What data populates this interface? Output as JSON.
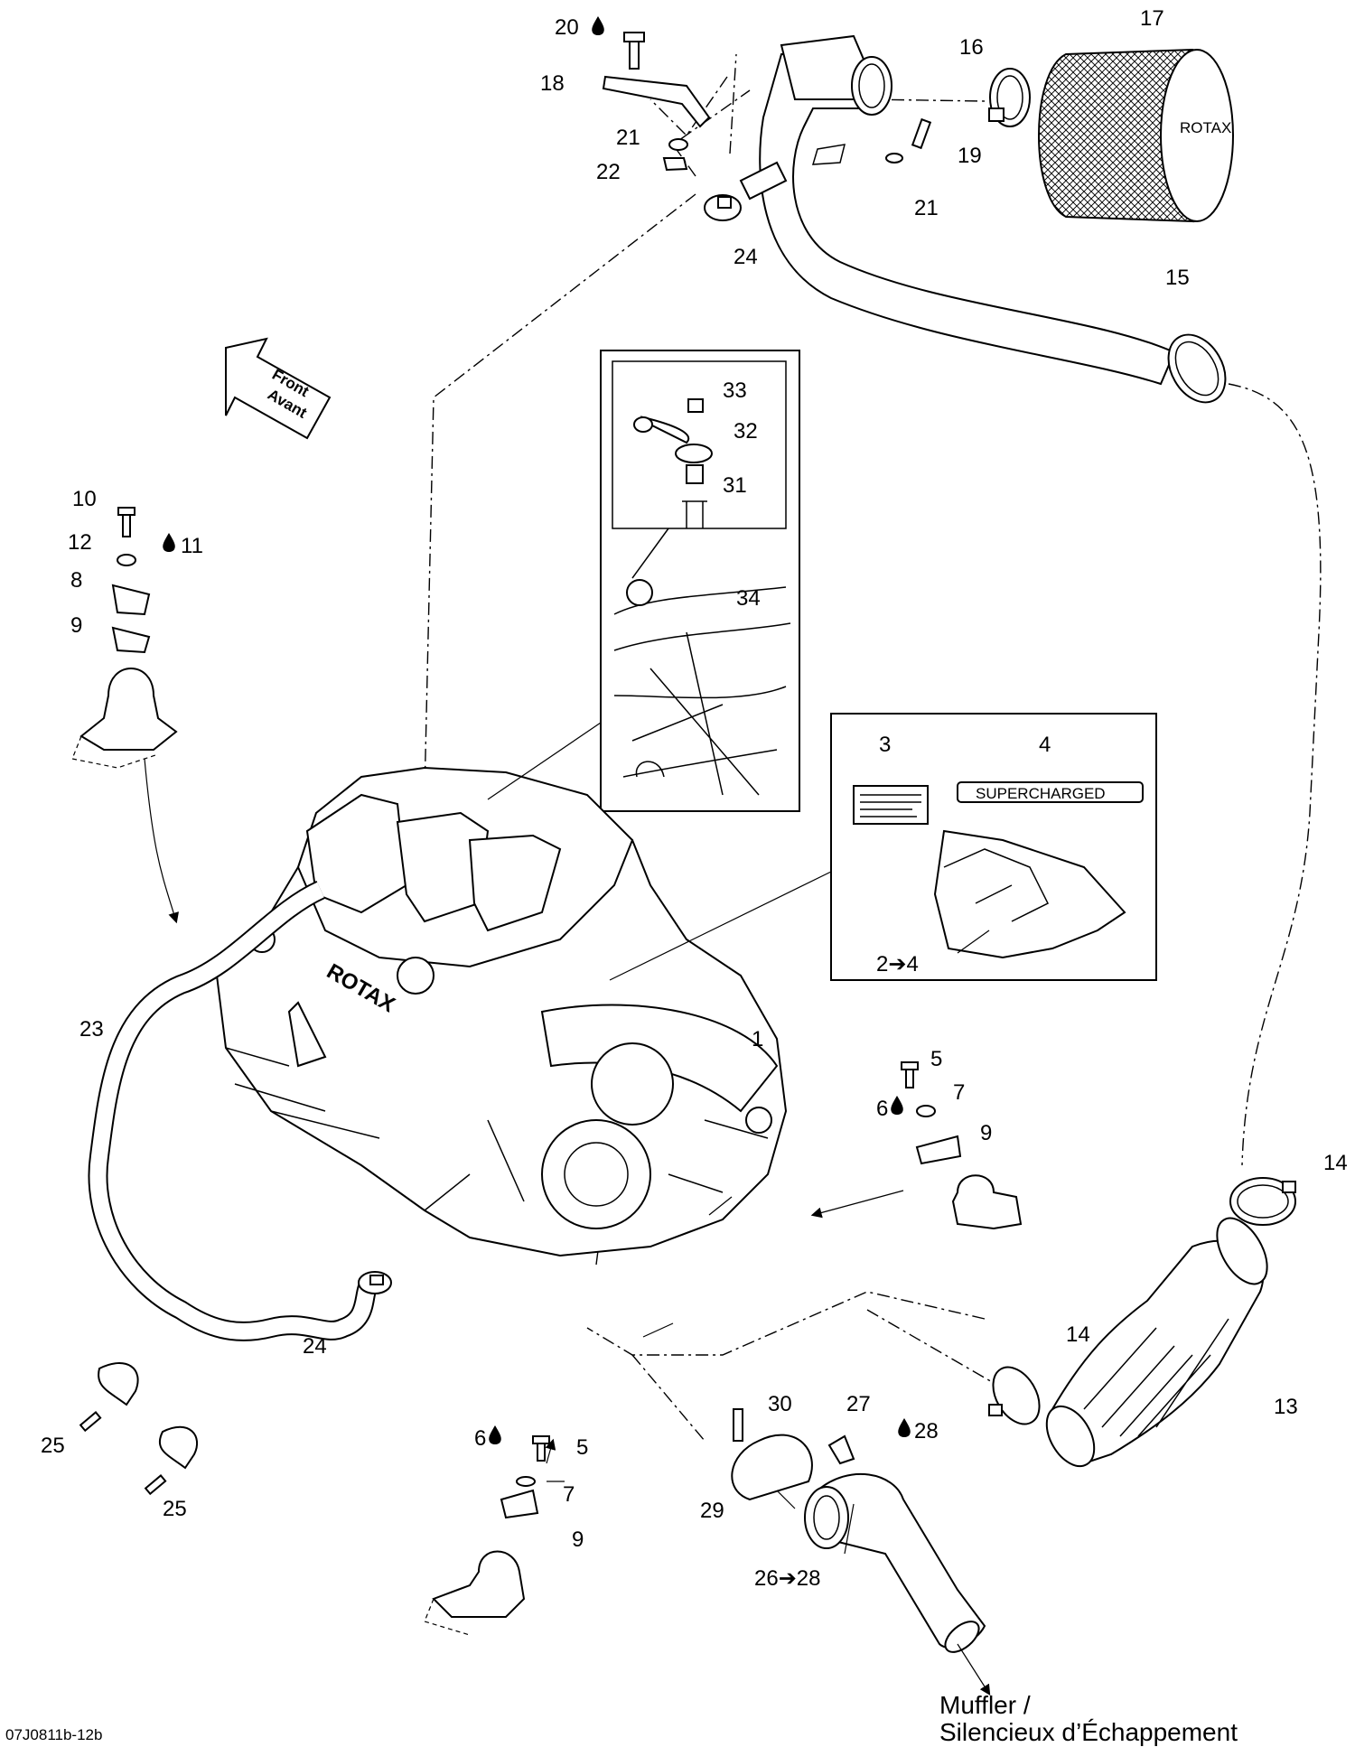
{
  "callouts": {
    "c1": "1",
    "c2to4": "2➔4",
    "c3": "3",
    "c4": "4",
    "c5a": "5",
    "c5b": "5",
    "c6a": "6",
    "c6b": "6",
    "c7a": "7",
    "c7b": "7",
    "c8": "8",
    "c9a": "9",
    "c9b": "9",
    "c9c": "9",
    "c10": "10",
    "c11": "11",
    "c12": "12",
    "c13": "13",
    "c14a": "14",
    "c14b": "14",
    "c15": "15",
    "c16": "16",
    "c17": "17",
    "c18": "18",
    "c19": "19",
    "c20": "20",
    "c21a": "21",
    "c21b": "21",
    "c22": "22",
    "c23": "23",
    "c24a": "24",
    "c24b": "24",
    "c25a": "25",
    "c25b": "25",
    "c26to28": "26➔28",
    "c27": "27",
    "c28": "28",
    "c29": "29",
    "c30": "30",
    "c31": "31",
    "c32": "32",
    "c33": "33",
    "c34": "34"
  },
  "direction_arrow": {
    "line1": "Front",
    "line2": "Avant"
  },
  "filter_brand": "ROTAX",
  "engine_cover_text": "ROTAX",
  "decal_text": "SUPERCHARGED",
  "muffler_caption": {
    "line1": "Muffler /",
    "line2": "Silencieux d’Échappement"
  },
  "figure_code": "07J0811b-12b",
  "icons": {
    "sealant": "drop-icon",
    "range_arrow": "right-arrow-icon"
  }
}
